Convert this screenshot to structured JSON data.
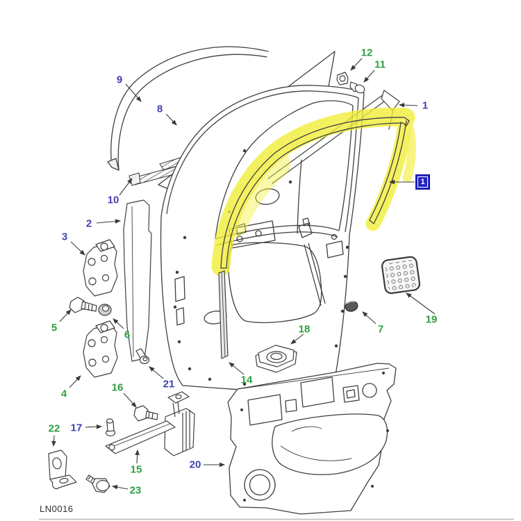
{
  "diagram": {
    "code": "LN0016",
    "badge_glyph": "1",
    "parts": {
      "p1": "1",
      "p2": "2",
      "p3": "3",
      "p4": "4",
      "p5": "5",
      "p6": "6",
      "p7": "7",
      "p8": "8",
      "p9": "9",
      "p10": "10",
      "p11": "11",
      "p12": "12",
      "p14": "14",
      "p15": "15",
      "p16": "16",
      "p17": "17",
      "p18": "18",
      "p19": "19",
      "p20": "20",
      "p21": "21",
      "p22": "22",
      "p23": "23"
    }
  },
  "colors": {
    "label_blue": "#4040b2",
    "label_green": "#2f9e3e",
    "line": "#3e3e3e",
    "highlight_yellow": "#f2ee35",
    "badge_blue": "#2424c8"
  }
}
